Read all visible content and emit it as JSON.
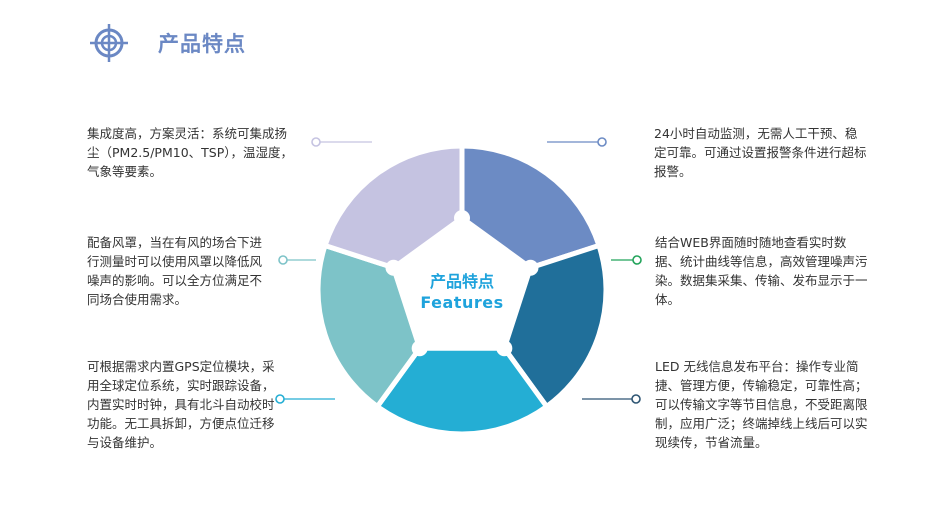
{
  "header": {
    "icon": "crosshair-icon",
    "title": "产品特点"
  },
  "center": {
    "title_cn": "产品特点",
    "title_en": "Features"
  },
  "colors": {
    "accent": "#6b88c4",
    "center_text": "#1fa3dc",
    "segment_top_left": "#c5c3e1",
    "segment_top_right": "#6c8bc4",
    "segment_right": "#206f9a",
    "segment_bottom": "#24aed4",
    "segment_left": "#7dc3c8"
  },
  "features": [
    {
      "id": "top-left",
      "text": "集成度高，方案灵活：系统可集成扬尘（PM2.5/PM10、TSP），温湿度，气象等要素。",
      "connector_color": "#c5c3e1"
    },
    {
      "id": "middle-left",
      "text": "配备风罩，当在有风的场合下进行测量时可以使用风罩以降低风噪声的影响。可以全方位满足不同场合使用需求。",
      "connector_color": "#7dc3c8"
    },
    {
      "id": "bottom-left",
      "text": "可根据需求内置GPS定位模块，采用全球定位系统，实时跟踪设备，内置实时时钟，具有北斗自动校时功能。无工具拆卸，方便点位迁移与设备维护。",
      "connector_color": "#24aed4"
    },
    {
      "id": "top-right",
      "text": "24小时自动监测，无需人工干预、稳定可靠。可通过设置报警条件进行超标报警。",
      "connector_color": "#6c8bc4"
    },
    {
      "id": "middle-right",
      "text": "结合WEB界面随时随地查看实时数据、统计曲线等信息，高效管理噪声污染。数据集采集、传输、发布显示于一体。",
      "connector_color": "#22a35a"
    },
    {
      "id": "bottom-right",
      "text": "LED 无线信息发布平台：操作专业简捷、管理方便，传输稳定，可靠性高；可以传输文字等节目信息，不受距离限制，应用广泛；终端掉线上线后可以实现续传，节省流量。",
      "connector_color": "#2e5573"
    }
  ]
}
